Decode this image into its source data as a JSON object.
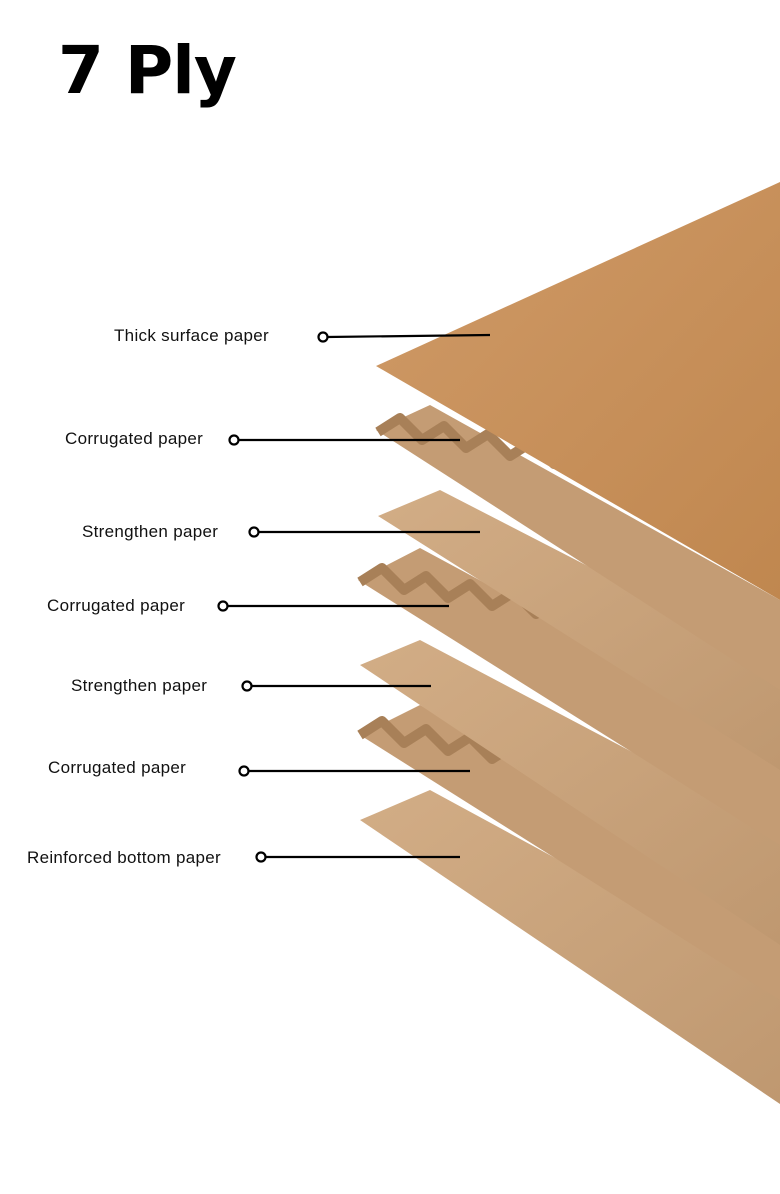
{
  "title": "7 Ply",
  "layers": [
    {
      "label": "Thick surface paper",
      "kind": "flat"
    },
    {
      "label": "Corrugated paper",
      "kind": "corrugated"
    },
    {
      "label": "Strengthen paper",
      "kind": "flat"
    },
    {
      "label": "Corrugated paper",
      "kind": "corrugated"
    },
    {
      "label": "Strengthen paper",
      "kind": "flat"
    },
    {
      "label": "Corrugated paper",
      "kind": "corrugated"
    },
    {
      "label": "Reinforced bottom paper",
      "kind": "flat"
    }
  ],
  "colors": {
    "surface": "#c9925e",
    "kraft": "#caa27a",
    "kraft_dark": "#a9825a",
    "leader": "#000000"
  }
}
